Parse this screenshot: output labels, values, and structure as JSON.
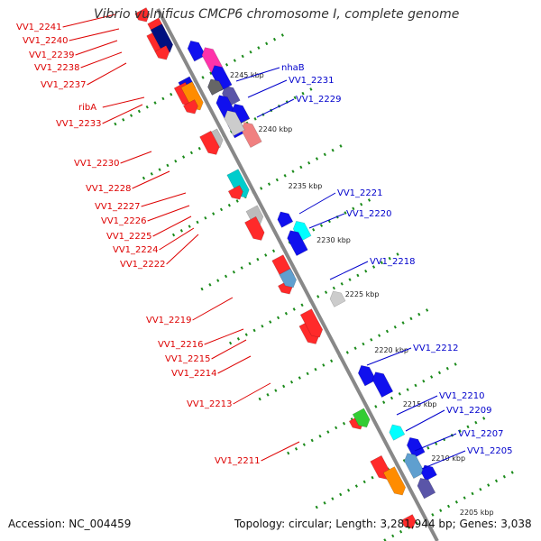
{
  "title": "Vibrio vulnificus CMCP6 chromosome I, complete genome",
  "footer": {
    "accession": "Accession: NC_004459",
    "topology": "Topology: circular; Length: 3,281,944 bp; Genes: 3,038"
  },
  "colors": {
    "left_labels": "#dd0000",
    "right_labels": "#0000cc",
    "backbone": "#888888",
    "ticks": "#1a8a1a"
  },
  "ticks": [
    "2245 kbp",
    "2240 kbp",
    "2235 kbp",
    "2230 kbp",
    "2225 kbp",
    "2220 kbp",
    "2215 kbp",
    "2210 kbp",
    "2205 kbp"
  ],
  "left_labels": [
    "VV1_2241",
    "VV1_2240",
    "VV1_2239",
    "VV1_2238",
    "VV1_2237",
    "ribA",
    "VV1_2233",
    "VV1_2230",
    "VV1_2228",
    "VV1_2227",
    "VV1_2226",
    "VV1_2225",
    "VV1_2224",
    "VV1_2222",
    "VV1_2219",
    "VV1_2216",
    "VV1_2215",
    "VV1_2214",
    "VV1_2213",
    "VV1_2211"
  ],
  "right_labels": [
    "nhaB",
    "VV1_2231",
    "VV1_2229",
    "VV1_2221",
    "VV1_2220",
    "VV1_2218",
    "VV1_2212",
    "VV1_2210",
    "VV1_2209",
    "VV1_2207",
    "VV1_2205"
  ],
  "genes": [
    {
      "strand": "plus",
      "color": "#ff2a2a"
    },
    {
      "strand": "plus",
      "color": "#ff2a2a"
    },
    {
      "strand": "plus",
      "color": "#ff2a2a"
    },
    {
      "strand": "plus",
      "color": "#001080"
    },
    {
      "strand": "plus",
      "color": "#ff2a2a"
    },
    {
      "strand": "plus",
      "color": "#1010dd"
    },
    {
      "strand": "plus",
      "color": "#ff2a2a"
    },
    {
      "strand": "plus",
      "color": "#ff8c00"
    },
    {
      "strand": "plus",
      "color": "#ff2a2a"
    },
    {
      "strand": "plus",
      "color": "#bbbbbb"
    },
    {
      "strand": "plus",
      "color": "#ff2a2a"
    },
    {
      "strand": "plus",
      "color": "#00cccc"
    },
    {
      "strand": "plus",
      "color": "#ff2a2a"
    },
    {
      "strand": "plus",
      "color": "#bbbbbb"
    },
    {
      "strand": "plus",
      "color": "#ff2a2a"
    },
    {
      "strand": "plus",
      "color": "#ff2a2a"
    },
    {
      "strand": "plus",
      "color": "#ff2a2a"
    },
    {
      "strand": "plus",
      "color": "#5f9fcf"
    },
    {
      "strand": "plus",
      "color": "#ff2a2a"
    },
    {
      "strand": "plus",
      "color": "#ff2a2a"
    },
    {
      "strand": "plus",
      "color": "#ff2a2a"
    },
    {
      "strand": "plus",
      "color": "#33cc33"
    },
    {
      "strand": "plus",
      "color": "#ff2a2a"
    },
    {
      "strand": "plus",
      "color": "#ff8c00"
    },
    {
      "strand": "plus",
      "color": "#ff2a2a"
    },
    {
      "strand": "minus",
      "color": "#1010ee"
    },
    {
      "strand": "minus",
      "color": "#ff33aa"
    },
    {
      "strand": "minus",
      "color": "#1010ee"
    },
    {
      "strand": "minus",
      "color": "#5a55a8"
    },
    {
      "strand": "minus",
      "color": "#1010ee"
    },
    {
      "strand": "minus",
      "color": "#aaaa33"
    },
    {
      "strand": "minus",
      "color": "#1010ee"
    },
    {
      "strand": "minus",
      "color": "#f08080"
    },
    {
      "strand": "minus",
      "color": "#1010ee"
    },
    {
      "strand": "minus",
      "color": "#00ffff"
    },
    {
      "strand": "minus",
      "color": "#1010ee"
    },
    {
      "strand": "minus",
      "color": "#cccccc"
    },
    {
      "strand": "minus",
      "color": "#1010ee"
    },
    {
      "strand": "minus",
      "color": "#1010ee"
    },
    {
      "strand": "minus",
      "color": "#00ffff"
    },
    {
      "strand": "minus",
      "color": "#1010ee"
    },
    {
      "strand": "minus",
      "color": "#5f9fcf"
    },
    {
      "strand": "minus",
      "color": "#1010ee"
    },
    {
      "strand": "minus",
      "color": "#5a55a8"
    },
    {
      "strand": "minus",
      "color": "#1010ee"
    },
    {
      "strand": "minus",
      "color": "#666666"
    },
    {
      "strand": "minus",
      "color": "#1010ee"
    },
    {
      "strand": "minus",
      "color": "#cccccc"
    }
  ]
}
